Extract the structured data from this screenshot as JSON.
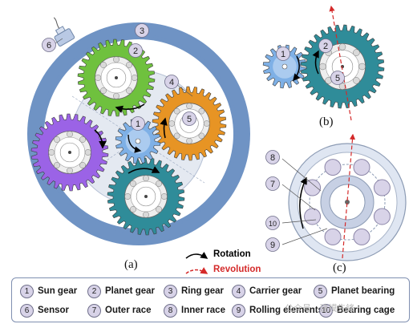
{
  "panels": {
    "a": "(a)",
    "b": "(b)",
    "c": "(c)"
  },
  "motion_key": {
    "rotation": "Rotation",
    "revolution": "Revolution",
    "rotation_color": "#000000",
    "revolution_color": "#d42a2a"
  },
  "markers": [
    "1",
    "2",
    "3",
    "4",
    "5",
    "6",
    "7",
    "8",
    "9",
    "10"
  ],
  "legend": [
    {
      "num": "1",
      "label": "Sun gear"
    },
    {
      "num": "2",
      "label": "Planet gear"
    },
    {
      "num": "3",
      "label": "Ring gear"
    },
    {
      "num": "4",
      "label": "Carrier gear"
    },
    {
      "num": "5",
      "label": "Planet bearing"
    },
    {
      "num": "6",
      "label": "Sensor"
    },
    {
      "num": "7",
      "label": "Outer race"
    },
    {
      "num": "8",
      "label": "Inner race"
    },
    {
      "num": "9",
      "label": "Rolling elements"
    },
    {
      "num": "10",
      "label": "Bearing cage"
    }
  ],
  "watermark": "公众号 · 建模先锋",
  "colors": {
    "ring": "#6f93c4",
    "sun": "#7eb0e6",
    "planet_green": "#6fc13e",
    "planet_orange": "#e79424",
    "planet_purple": "#9b63e6",
    "planet_teal": "#2f8c99",
    "carrier": "#e4e9f1",
    "label_bg": "#d8d3e8"
  }
}
